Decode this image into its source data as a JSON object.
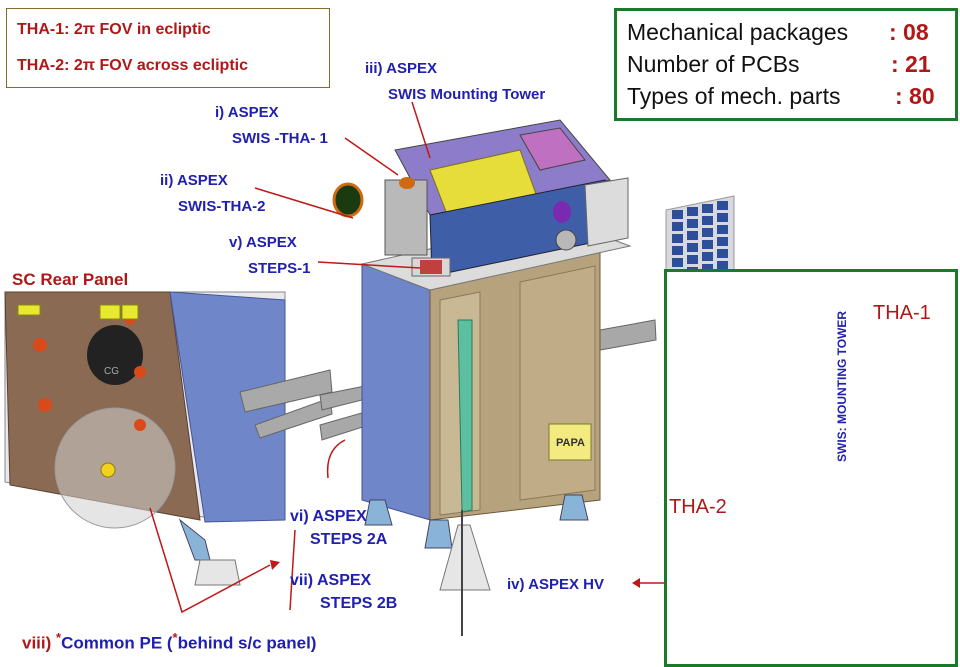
{
  "fov_box": {
    "line1": "THA-1: 2π FOV in ecliptic",
    "line2": "THA-2: 2π FOV across ecliptic"
  },
  "stats_box": {
    "rows": [
      {
        "label": "Mechanical packages",
        "value": ": 08"
      },
      {
        "label": "Number of PCBs",
        "value": ": 21"
      },
      {
        "label": "Types of mech. parts",
        "value": ": 80"
      }
    ]
  },
  "callouts": {
    "i": {
      "line1": "i) ASPEX",
      "line2": "SWIS -THA- 1"
    },
    "ii": {
      "line1": "ii) ASPEX",
      "line2": "SWIS-THA-2"
    },
    "iii": {
      "line1": "iii) ASPEX",
      "line2": "SWIS Mounting Tower"
    },
    "v": {
      "line1": "v) ASPEX",
      "line2": "STEPS-1"
    },
    "vi": {
      "line1": "vi) ASPEX",
      "line2": "STEPS 2A"
    },
    "vii": {
      "line1": "vii) ASPEX",
      "line2": "STEPS 2B"
    },
    "iv": {
      "line1": "iv) ASPEX HV"
    },
    "viii": {
      "prefix": "viii)",
      "star": "*",
      "text": "Common PE (",
      "star2": "*",
      "text2": "behind s/c panel)"
    }
  },
  "rear_panel_title": "SC Rear Panel",
  "tower": {
    "tha1": "THA-1",
    "tha2": "THA-2",
    "vertical_label": "SWIS: MOUNTING TOWER"
  },
  "spacecraft_marks": {
    "papa": "PAPA",
    "cg": "CG"
  },
  "colors": {
    "callout_blue": "#1f1fb0",
    "callout_red": "#b01818",
    "box_green": "#1a7a2a",
    "panel_blue": "#6f86c8",
    "panel_brown": "#8a6a52",
    "tower_grey": "#bdbdbd"
  }
}
